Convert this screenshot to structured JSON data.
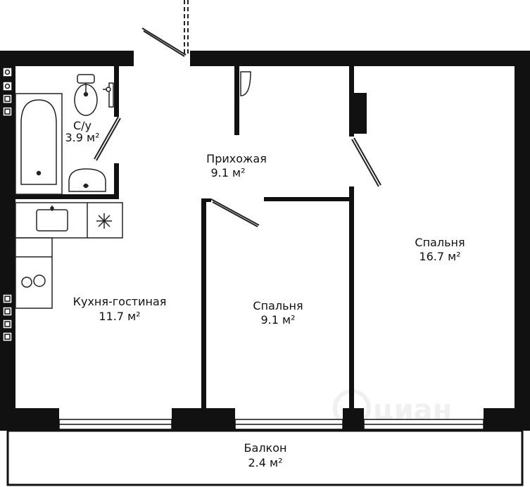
{
  "rooms": {
    "bathroom": {
      "name": "С/у",
      "area": "3.9 м²"
    },
    "hallway": {
      "name": "Прихожая",
      "area": "9.1 м²"
    },
    "kitchen_living": {
      "name": "Кухня-гостиная",
      "area": "11.7 м²"
    },
    "bedroom_small": {
      "name": "Спальня",
      "area": "9.1 м²"
    },
    "bedroom_large": {
      "name": "Спальня",
      "area": "16.7 м²"
    },
    "balcony": {
      "name": "Балкон",
      "area": "2.4 м²"
    }
  },
  "watermark": "циан",
  "colors": {
    "wall": "#111111",
    "fixture_stroke": "#222222",
    "window_stroke": "#111111",
    "fixture_fill": "#ffffff",
    "watermark": "#e4e4e4"
  }
}
